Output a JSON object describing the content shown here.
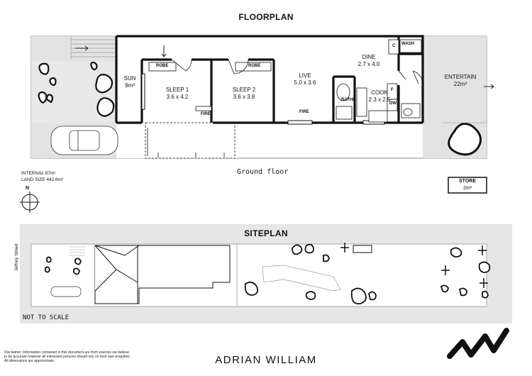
{
  "floorplan": {
    "title": "FLOORPLAN",
    "rooms": {
      "sun": {
        "name": "SUN",
        "size": "9m²"
      },
      "sleep1": {
        "name": "SLEEP 1",
        "size": "3.6 x 4.2"
      },
      "sleep2": {
        "name": "SLEEP 2",
        "size": "3.6 x 3.8"
      },
      "live": {
        "name": "LIVE",
        "size": "5.0 x 3.6"
      },
      "dine": {
        "name": "DINE",
        "size": "2.7 x 4.0"
      },
      "cook": {
        "name": "COOK",
        "size": "2.3 x 2.5"
      },
      "entertain": {
        "name": "ENTERTAIN",
        "size": "22m²"
      },
      "bathe": {
        "name": "BATHE"
      },
      "wash": {
        "name": "WASH"
      },
      "robe1": {
        "name": "ROBE"
      },
      "robe2": {
        "name": "ROBE"
      },
      "fire1": {
        "name": "FIRE"
      },
      "fire2": {
        "name": "FIRE"
      },
      "c": {
        "name": "C"
      },
      "f": {
        "name": "F"
      },
      "dw": {
        "name": "DW"
      }
    },
    "level_label": "Ground floor",
    "internal": "INTERNAL 87m²",
    "land_size": "LAND SIZE 442.6m²",
    "north": "N",
    "store": {
      "name": "STORE",
      "size": "2m²"
    }
  },
  "siteplan": {
    "title": "SITEPLAN",
    "street": "Jeffrey Street",
    "not_to_scale": "NOT TO SCALE"
  },
  "footer": {
    "disclaimer": [
      "Disclaimer: Information contained in this document are from sources we believe",
      "to be accurate however all interested persons should rely on their own enquiries.",
      "All dimensions are approximate."
    ],
    "brand": "ADRIAN WILLIAM"
  }
}
